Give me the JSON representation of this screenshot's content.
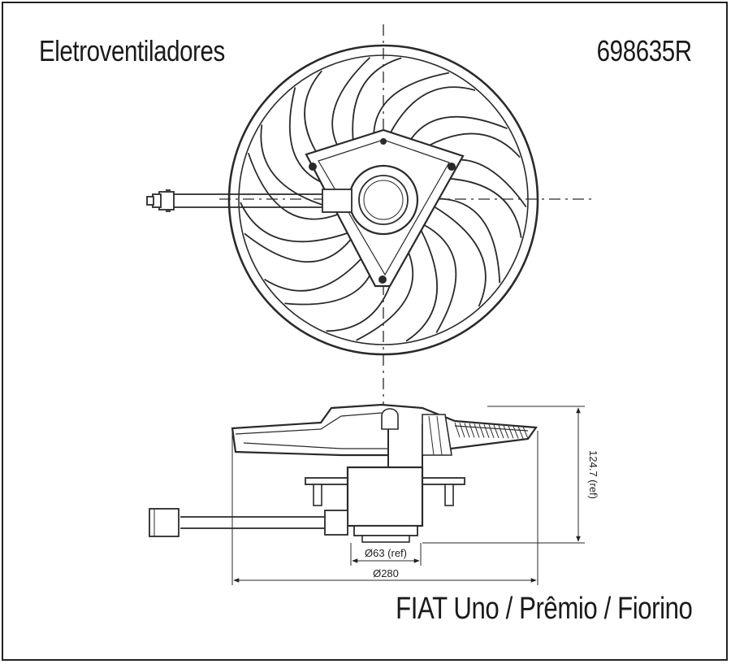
{
  "header": {
    "title": "Eletroventiladores",
    "part_code": "698635R"
  },
  "footer": {
    "vehicle_models": "FIAT Uno / Prêmio / Fiorino"
  },
  "dimensions": {
    "height": "124.7 (ref)",
    "motor_diameter": "Ø63 (ref)",
    "fan_diameter": "Ø280"
  },
  "colors": {
    "line": "#2a2a2a",
    "background": "#ffffff"
  }
}
